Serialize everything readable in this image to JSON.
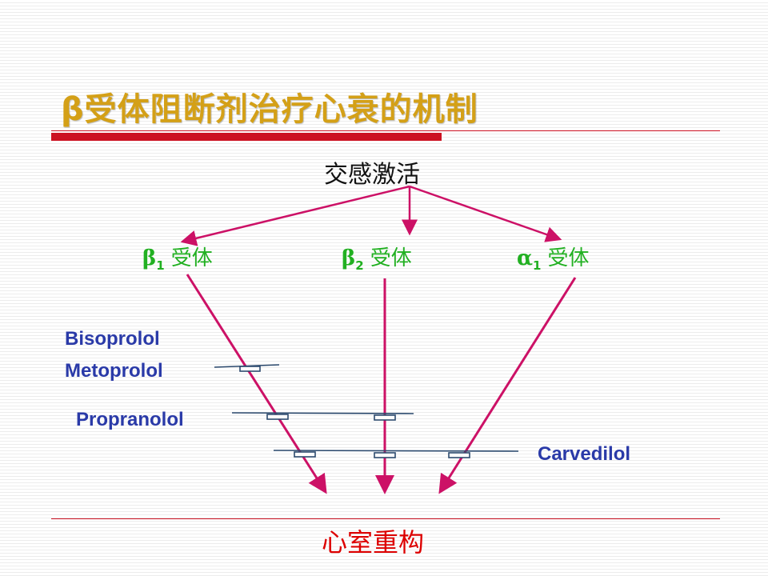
{
  "title": "β受体阻断剂治疗心衰的机制",
  "source_node": "交感激活",
  "receptors": [
    {
      "symbol": "β",
      "subscript": "1",
      "name": "受体"
    },
    {
      "symbol": "β",
      "subscript": "2",
      "name": "受体"
    },
    {
      "symbol": "α",
      "subscript": "1",
      "name": "受体"
    }
  ],
  "drugs": {
    "bisoprolol": "Bisoprolol",
    "metoprolol": "Metoprolol",
    "propranolol": "Propranolol",
    "carvedilol": "Carvedilol"
  },
  "target_node": "心室重构",
  "colors": {
    "title": "#d4a017",
    "accent_bar": "#cc1122",
    "arrow": "#cc1166",
    "receptor": "#22b022",
    "drug": "#2a3aa8",
    "target": "#dd0000"
  }
}
